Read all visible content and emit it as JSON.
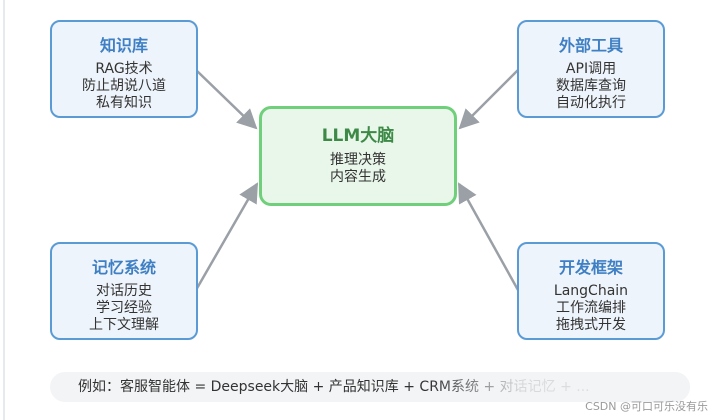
{
  "nodes": {
    "knowledge_base": {
      "title": "知识库",
      "lines": [
        "RAG技术",
        "防止胡说八道",
        "私有知识"
      ]
    },
    "external_tools": {
      "title": "外部工具",
      "lines": [
        "API调用",
        "数据库查询",
        "自动化执行"
      ]
    },
    "llm_brain": {
      "title": "LLM大脑",
      "lines": [
        "推理决策",
        "内容生成"
      ]
    },
    "memory_system": {
      "title": "记忆系统",
      "lines": [
        "对话历史",
        "学习经验",
        "上下文理解"
      ]
    },
    "dev_framework": {
      "title": "开发框架",
      "lines": [
        "LangChain",
        "工作流编排",
        "拖拽式开发"
      ]
    }
  },
  "example_text": "例如：客服智能体 = Deepseek大脑 + 产品知识库 + CRM系统 + 对话记忆 + ...",
  "watermark": "CSDN @可口可乐没有乐",
  "colors": {
    "node_border": "#5b9bd5",
    "node_fill": "#eef4fb",
    "node_title": "#3f7fc4",
    "center_border": "#6fcf7a",
    "center_fill": "#e9f6ea",
    "center_title": "#3d8a47",
    "arrow": "#9aa0a6"
  }
}
